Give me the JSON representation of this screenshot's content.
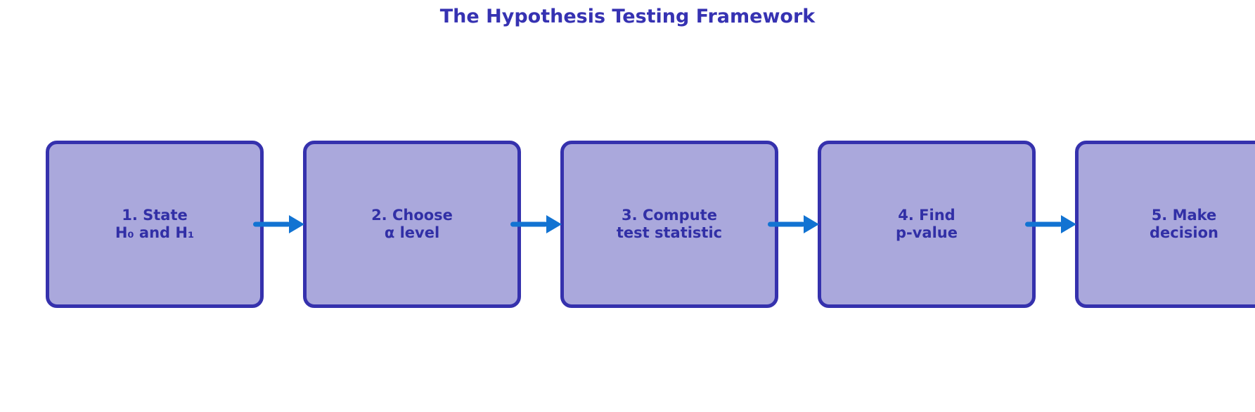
{
  "title": "The Hypothesis Testing Framework",
  "steps": [
    {
      "line1": "1. State",
      "line2": "H₀ and H₁"
    },
    {
      "line1": "2. Choose",
      "line2": "α level"
    },
    {
      "line1": "3. Compute",
      "line2": "test statistic"
    },
    {
      "line1": "4. Find",
      "line2": "p-value"
    },
    {
      "line1": "5. Make",
      "line2": "decision"
    }
  ],
  "colors": {
    "background": "#ffffff",
    "title": "#3632b2",
    "box_fill": "#aaa8dc",
    "box_border": "#3531ad",
    "box_text": "#312fa6",
    "arrow": "#1273d2"
  }
}
